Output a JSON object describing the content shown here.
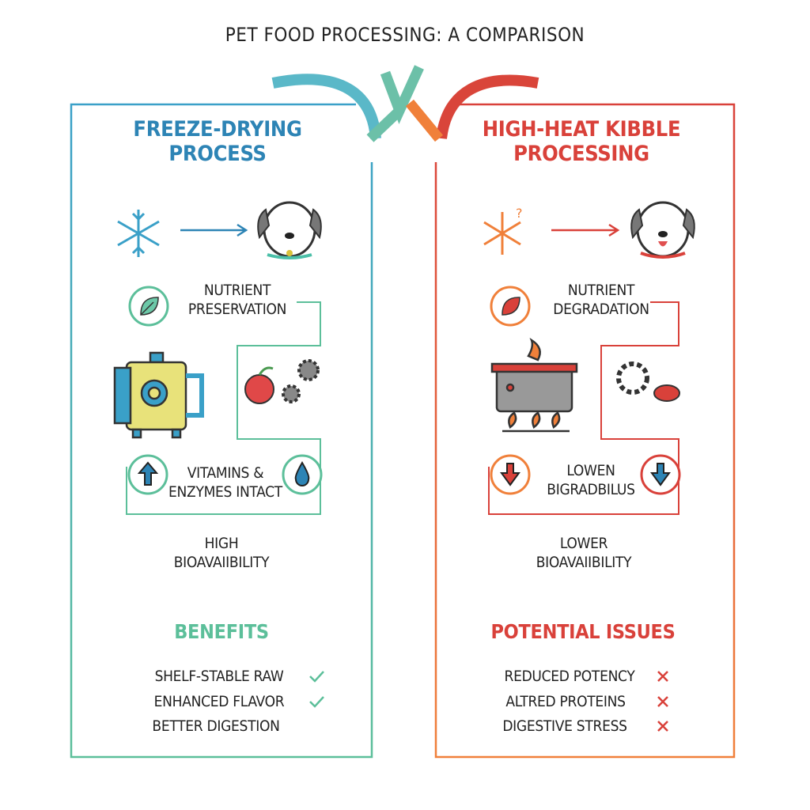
{
  "title": "PET FOOD PROCESSING: A COMPARISON",
  "colors": {
    "left_accent": "#2d84b5",
    "left_green": "#5cbf9a",
    "right_accent": "#d9413a",
    "right_orange": "#f0803a"
  },
  "left": {
    "heading_line1": "FREEZE-DRYING",
    "heading_line2": "PROCESS",
    "step1_line1": "NUTRIENT",
    "step1_line2": "PRESERVATION",
    "step2_line1": "VITAMINS &",
    "step2_line2": "ENZYMES INTACT",
    "result_line1": "HIGH",
    "result_line2": "BIOAVAIIBILITY",
    "section_title": "BENEFITS",
    "items": [
      "SHELF-STABLE RAW",
      "ENHANCED FLAVOR",
      "BETTER DIGESTION"
    ]
  },
  "right": {
    "heading_line1": "HIGH-HEAT KIBBLE",
    "heading_line2": "PROCESSING",
    "step1_line1": "NUTRIENT",
    "step1_line2": "DEGRADATION",
    "step2_line1": "LOWEN",
    "step2_line2": "BIGRADBILUS",
    "result_line1": "LOWER",
    "result_line2": "BIOAVAIIBILITY",
    "section_title": "POTENTIAL ISSUES",
    "items": [
      "REDUCED POTENCY",
      "ALTRED PROTEINS",
      "DIGESTIVE STRESS"
    ]
  }
}
